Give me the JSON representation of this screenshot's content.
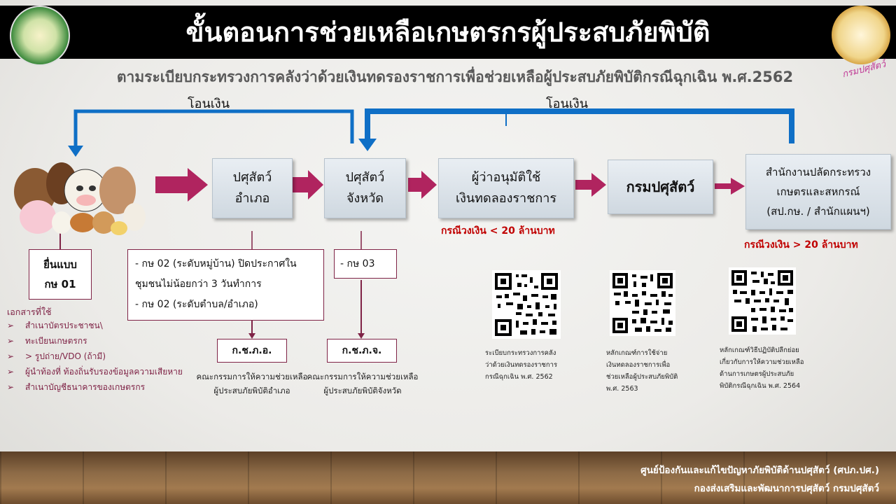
{
  "header": {
    "title": "ขั้นตอนการช่วยเหลือเกษตรกรผู้ประสบภัยพิบัติ",
    "subtitle": "ตามระเบียบกระทรวงการคลังว่าด้วยเงินทดรองราชการเพื่อช่วยเหลือผู้ประสบภัยพิบัติกรณีฉุกเฉิน พ.ศ.2562",
    "right_logo_text": "กรมปศุสัตว์"
  },
  "transfers": {
    "left": "โอนเงิน",
    "right": "โอนเงิน"
  },
  "flow": {
    "district": [
      "ปศุสัตว์",
      "อำเภอ"
    ],
    "province": [
      "ปศุสัตว์",
      "จังหวัด"
    ],
    "governor": [
      "ผู้ว่าอนุมัติใช้",
      "เงินทดลองราชการ"
    ],
    "dld": "กรมปศุสัตว์",
    "ops": [
      "สำนักงานปลัดกระทรวง",
      "เกษตรและสหกรณ์",
      "(สป.กษ. / สำนักแผนฯ)"
    ],
    "governor_note": "กรณีวงเงิน < 20 ล้านบาท",
    "ops_note": "กรณีวงเงิน > 20 ล้านบาท"
  },
  "form": [
    "ยื่นแบบ",
    "กษ 01"
  ],
  "documents": {
    "title": "เอกสารที่ใช้",
    "items": [
      "สำเนาบัตรประชาชน\\",
      "ทะเบียนเกษตรกร",
      "> รูปถ่าย/VDO (ถ้ามี)",
      "ผู้นำท้องที่ ท้องถิ่นรับรองข้อมูลความเสียหาย",
      "สำเนาบัญชีธนาคารของเกษตรกร"
    ]
  },
  "district_notes": [
    "- กษ 02 (ระดับหมู่บ้าน) ปิดประกาศใน",
    "ชุมชนไม่น้อยกว่า 3 วันทำการ",
    "- กษ 02 (ระดับตำบล/อำเภอ)"
  ],
  "province_note": "- กษ 03",
  "committee_district": {
    "code": "ก.ช.ภ.อ.",
    "desc": [
      "คณะกรรมการให้ความช่วยเหลือ",
      "ผู้ประสบภัยพิบัติอำเภอ"
    ]
  },
  "committee_province": {
    "code": "ก.ช.ภ.จ.",
    "desc": [
      "คณะกรรมการให้ความช่วยเหลือ",
      "ผู้ประสบภัยพิบัติจังหวัด"
    ]
  },
  "qrcodes": [
    {
      "caption": [
        "ระเบียบกระทรวงการคลัง",
        "ว่าด้วยเงินทดรองราชการ",
        "กรณีฉุกเฉิน พ.ศ. 2562"
      ]
    },
    {
      "caption": [
        "หลักเกณฑ์การใช้จ่าย",
        "เงินทดลองราชการเพื่อ",
        "ช่วยเหลือผู้ประสบภัยพิบัติ",
        "พ.ศ. 2563"
      ]
    },
    {
      "caption": [
        "หลักเกณฑ์วิธีปฏิบัติปลีกย่อย",
        "เกี่ยวกับการให้ความช่วยเหลือ",
        "ด้านการเกษตรผู้ประสบภัย",
        "พิบัติกรณีฉุกเฉิน พ.ศ. 2564"
      ]
    }
  ],
  "footer": {
    "line1": "ศูนย์ป้องกันและแก้ไขปัญหาภัยพิบัติด้านปศุสัตว์ (ศปภ.ปศ.)",
    "line2": "กองส่งเสริมและพัฒนาการปศุสัตว์  กรมปศุสัตว์"
  },
  "colors": {
    "arrow_blue": "#0f6fc6",
    "flow_arrow": "#b0245f",
    "accent": "#7f2346",
    "note_red": "#c00000"
  }
}
